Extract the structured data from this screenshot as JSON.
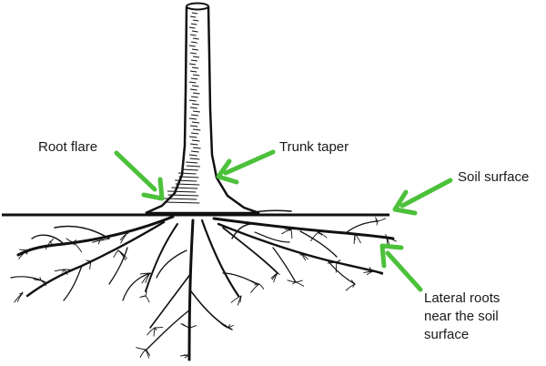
{
  "labels": {
    "root_flare": "Root flare",
    "trunk_taper": "Trunk taper",
    "soil_surface": "Soil surface",
    "lateral_roots": [
      "Lateral roots",
      "near the soil",
      "surface"
    ]
  },
  "colors": {
    "arrow": "#4cc13a",
    "ink": "#111111",
    "background": "#ffffff"
  }
}
